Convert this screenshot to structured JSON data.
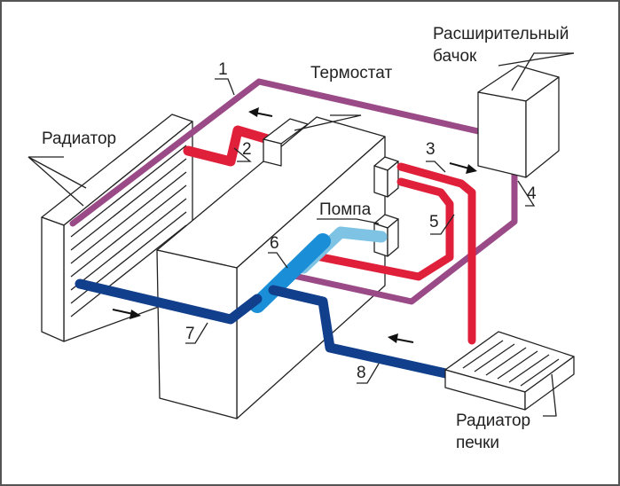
{
  "labels": {
    "radiator": "Радиатор",
    "thermostat": "Термостат",
    "expansion_tank_line1": "Расширительный",
    "expansion_tank_line2": "бачок",
    "pump": "Помпа",
    "heater_radiator_line1": "Радиатор",
    "heater_radiator_line2": "печки"
  },
  "pipe_numbers": [
    "1",
    "2",
    "3",
    "4",
    "5",
    "6",
    "7",
    "8"
  ],
  "colors": {
    "hot": "#e0203a",
    "cold": "#123f8c",
    "pump_light": "#7ec3e4",
    "pump_blue": "#1a8fd8",
    "bypass": "#9a4a86"
  }
}
